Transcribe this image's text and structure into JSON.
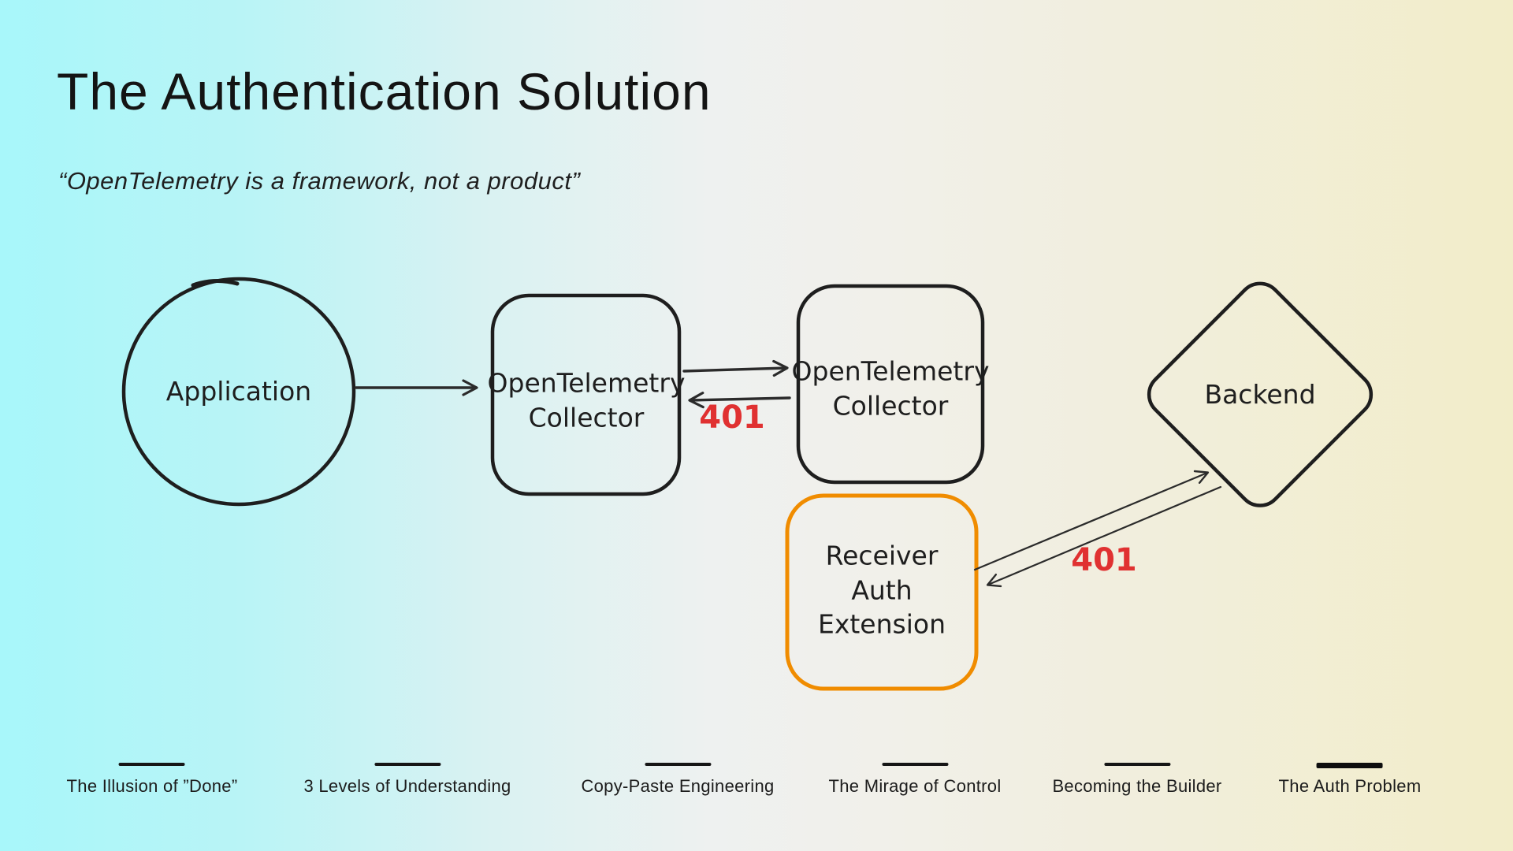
{
  "slide": {
    "title": "The Authentication Solution",
    "subtitle": "“OpenTelemetry is a framework, not a product”"
  },
  "diagram": {
    "application": {
      "label": "Application",
      "shape": "circle"
    },
    "collector_left": {
      "lines": [
        "OpenTelemetry",
        "Collector"
      ],
      "shape": "rounded-rect"
    },
    "collector_right": {
      "lines": [
        "OpenTelemetry",
        "Collector"
      ],
      "shape": "rounded-rect"
    },
    "backend": {
      "label": "Backend",
      "shape": "diamond"
    },
    "receiver_auth": {
      "lines": [
        "Receiver",
        "Auth",
        "Extension"
      ],
      "shape": "rounded-rect"
    },
    "labels": {
      "collector_reject": "401",
      "backend_reject": "401"
    },
    "colors": {
      "stroke": "#1e1e1e",
      "highlight_orange": "#f08c00",
      "error_red": "#e03131"
    }
  },
  "background": {
    "gradient_left": "#a8f7fa",
    "gradient_middle": "#f0f1ef",
    "gradient_right": "#f2edc9"
  },
  "footer": {
    "items": [
      {
        "label": "The Illusion of ”Done”",
        "active": false
      },
      {
        "label": "3 Levels of Understanding",
        "active": false
      },
      {
        "label": "Copy-Paste Engineering",
        "active": false
      },
      {
        "label": "The Mirage of Control",
        "active": false
      },
      {
        "label": "Becoming the Builder",
        "active": false
      },
      {
        "label": "The Auth Problem",
        "active": true
      }
    ]
  }
}
